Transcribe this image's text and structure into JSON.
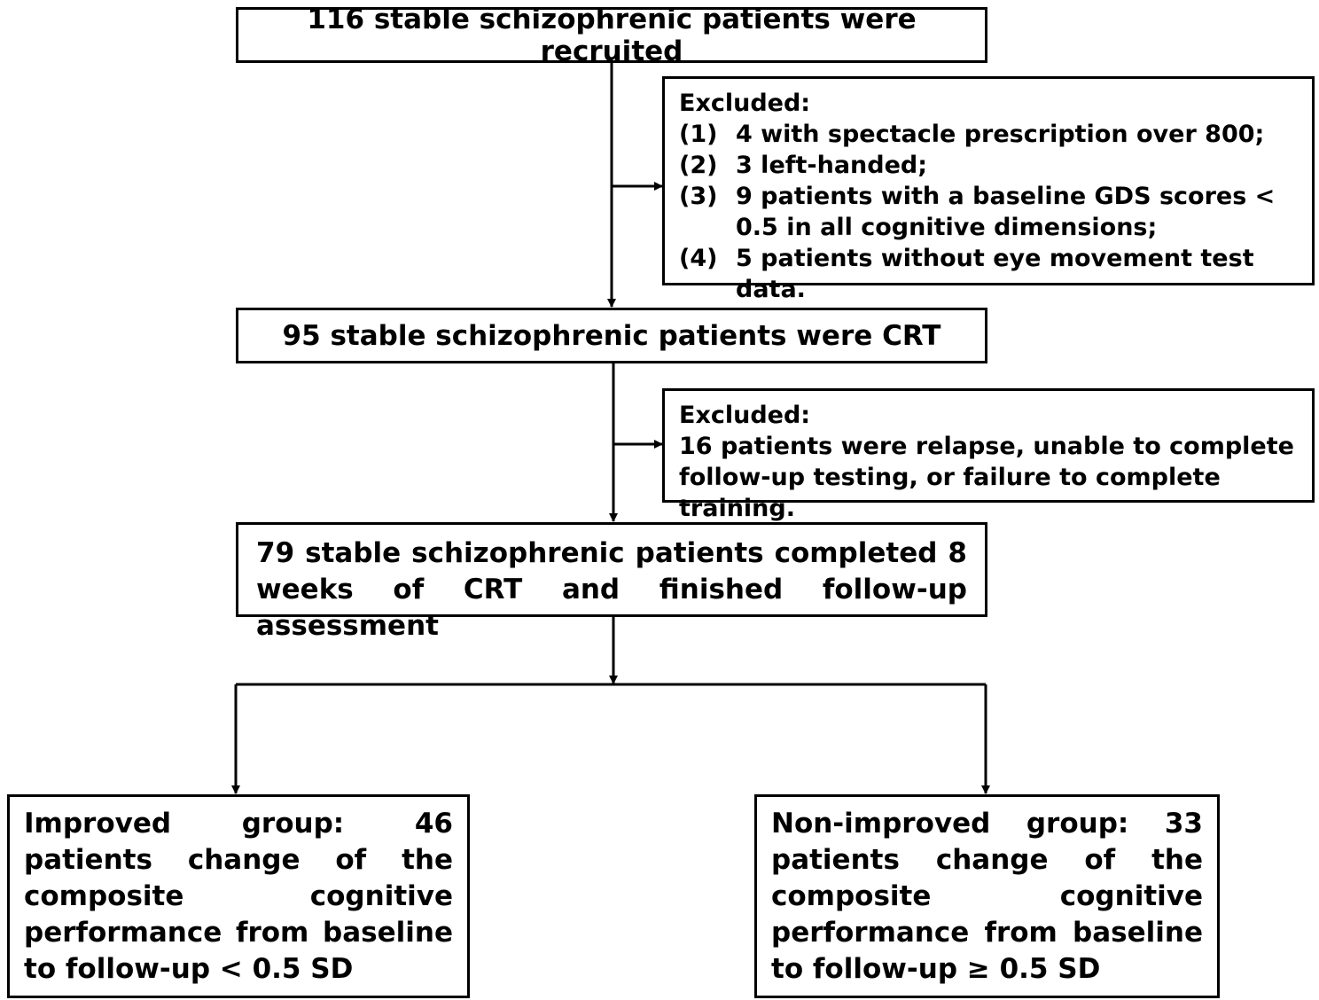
{
  "boxes": {
    "recruited": "116 stable schizophrenic patients were recruited",
    "excluded1": {
      "heading": "Excluded:",
      "items": [
        {
          "num": "(1)",
          "text": "4  with spectacle prescription over 800;"
        },
        {
          "num": "(2)",
          "text": "3 left-handed;"
        },
        {
          "num": "(3)",
          "text": "9 patients with a baseline GDS scores < 0.5 in all cognitive dimensions;"
        },
        {
          "num": "(4)",
          "text": "5 patients without eye movement test data."
        }
      ]
    },
    "crt": "95 stable schizophrenic patients were CRT",
    "excluded2": {
      "heading": "Excluded:",
      "text": "16 patients were relapse, unable to complete follow-up testing, or failure to complete training."
    },
    "completed": "79 stable schizophrenic patients completed 8 weeks of CRT and finished follow-up assessment",
    "improved": "Improved group: 46 patients change of the composite cognitive performance from baseline to follow-up < 0.5 SD",
    "non_improved": "Non-improved group: 33 patients change of the composite cognitive performance from baseline to follow-up ≥ 0.5 SD"
  }
}
